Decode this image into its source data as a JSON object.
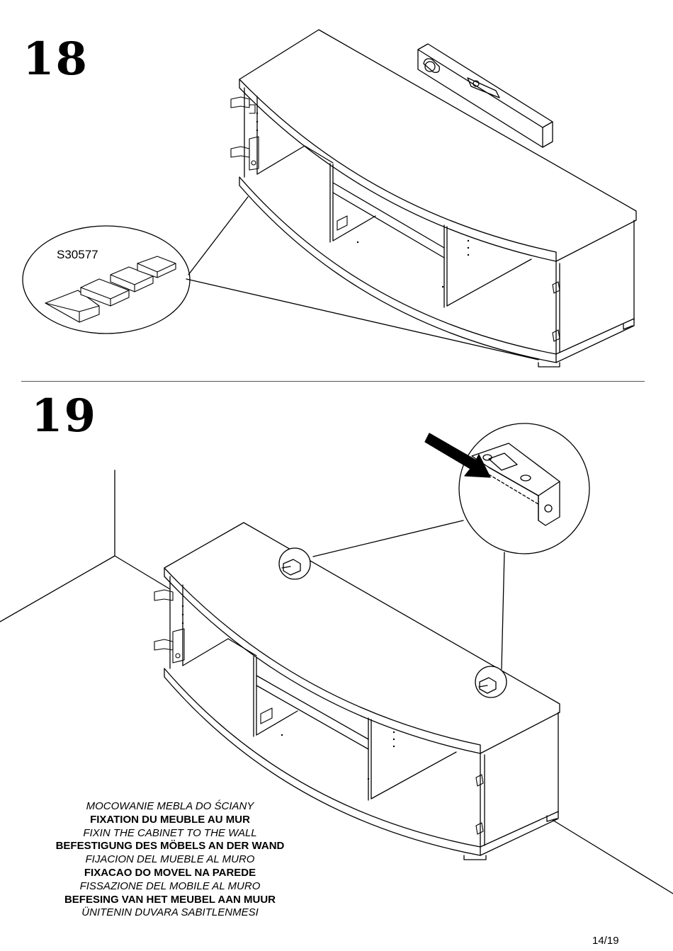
{
  "steps": [
    {
      "number": "18",
      "part_code": "S30577"
    },
    {
      "number": "19"
    }
  ],
  "captions": [
    {
      "text": "MOCOWANIE MEBLA DO ŚCIANY",
      "style": "italic"
    },
    {
      "text": "FIXATION DU MEUBLE AU MUR",
      "style": "bold"
    },
    {
      "text": "FIXIN THE CABINET TO THE WALL",
      "style": "italic"
    },
    {
      "text": "BEFESTIGUNG DES MÖBELS AN DER WAND",
      "style": "bold"
    },
    {
      "text": "FIJACION DEL MUEBLE AL MURO",
      "style": "italic"
    },
    {
      "text": "FIXACAO DO MOVEL NA PAREDE",
      "style": "bold"
    },
    {
      "text": "FISSAZIONE DEL MOBILE AL MURO",
      "style": "italic"
    },
    {
      "text": "BEFESING VAN HET MEUBEL AAN MUUR",
      "style": "bold"
    },
    {
      "text": "ÜNITENIN DUVARA SABITLENMESI",
      "style": "italic"
    }
  ],
  "page": {
    "number": "14/19"
  }
}
